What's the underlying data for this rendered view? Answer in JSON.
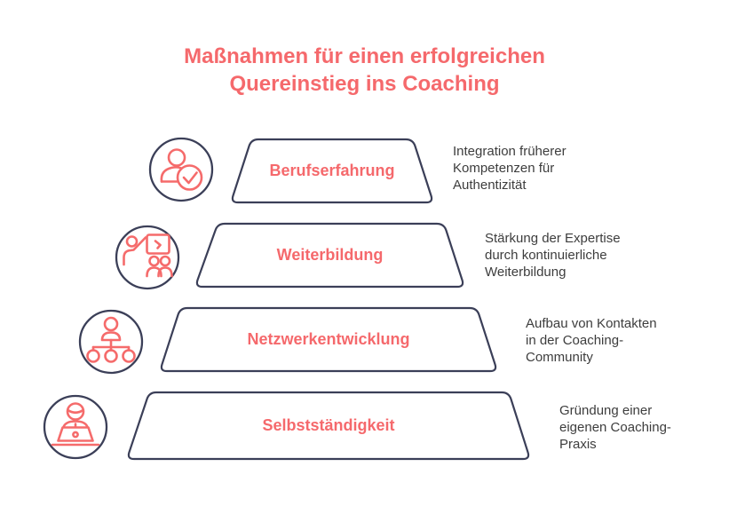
{
  "title": "Maßnahmen für einen erfolgreichen\nQuereinstieg ins Coaching",
  "colors": {
    "accent": "#F5696C",
    "outline": "#3B3F58",
    "body_text": "#3D3D3D",
    "background": "#FFFFFF"
  },
  "pyramid": {
    "levels": [
      {
        "label": "Berufserfahrung",
        "description": "Integration früherer\nKompetenzen für\nAuthentizität",
        "icon": "person-check-icon"
      },
      {
        "label": "Weiterbildung",
        "description": "Stärkung der Expertise\ndurch kontinuierliche\nWeiterbildung",
        "icon": "training-presentation-icon"
      },
      {
        "label": "Netzwerkentwicklung",
        "description": "Aufbau von Kontakten\nin der Coaching-\nCommunity",
        "icon": "network-orgchart-icon"
      },
      {
        "label": "Selbstständigkeit",
        "description": "Gründung einer\neigenen Coaching-\nPraxis",
        "icon": "person-laptop-icon"
      }
    ]
  }
}
